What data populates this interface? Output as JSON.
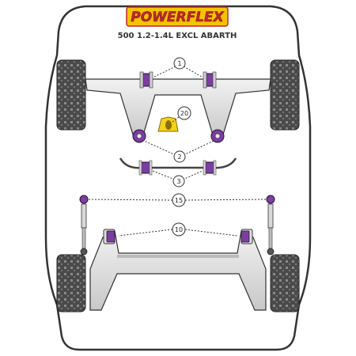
{
  "brand": {
    "logo_text": "POWERFLEX",
    "subtitle": "500 1.2-1.4L EXCL ABARTH"
  },
  "callouts": [
    {
      "id": "1",
      "label": "1"
    },
    {
      "id": "20",
      "label": "20"
    },
    {
      "id": "2",
      "label": "2"
    },
    {
      "id": "3",
      "label": "3"
    },
    {
      "id": "15",
      "label": "15"
    },
    {
      "id": "10",
      "label": "10"
    }
  ],
  "colors": {
    "bushing_purple": "#7b3fa0",
    "bushing_yellow": "#f2d21b",
    "logo_yellow": "#f5c400",
    "logo_red": "#c0272d",
    "body_outline": "#333333",
    "tyre": "#4a4a4a",
    "arm_grey": "#dcdcdc"
  }
}
